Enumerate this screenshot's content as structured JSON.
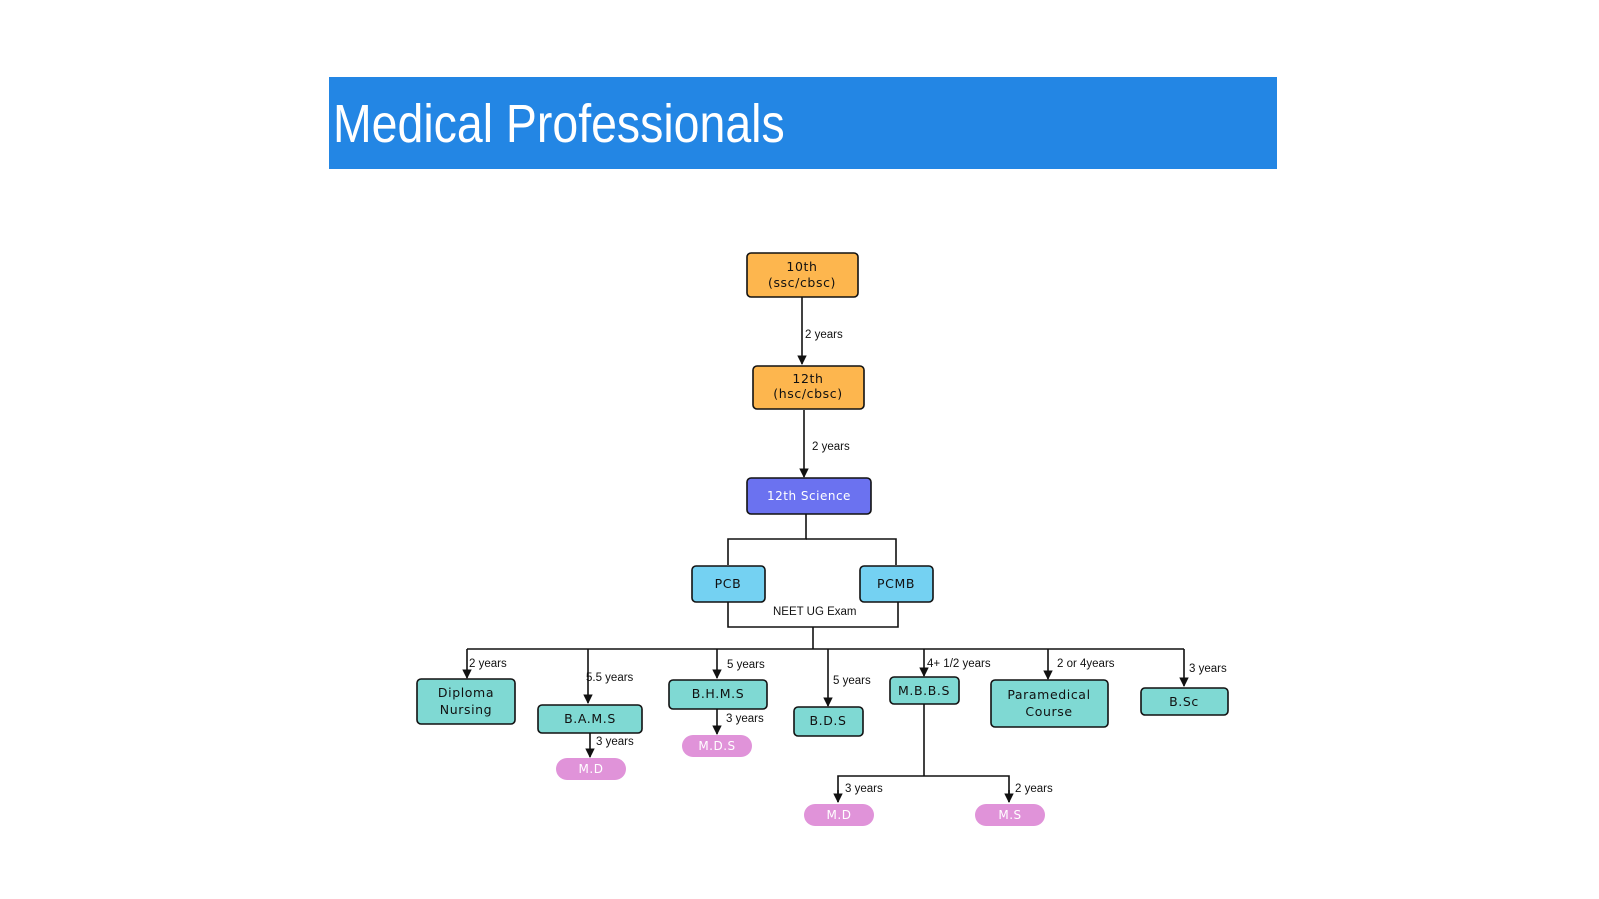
{
  "title": "Medical Professionals",
  "colors": {
    "banner": "#2386e4",
    "school": "#fdb64e",
    "stream": "#6b72f0",
    "subject": "#74d1f2",
    "degree": "#7fd9d3",
    "postgrad": "#e093d9"
  },
  "nodes": {
    "tenth": [
      "10th",
      "(ssc/cbsc)"
    ],
    "twelfth": [
      "12th",
      "(hsc/cbsc)"
    ],
    "science": "12th Science",
    "pcb": "PCB",
    "pcmb": "PCMB",
    "diploma": [
      "Diploma",
      "Nursing"
    ],
    "bams": "B.A.M.S",
    "bhms": "B.H.M.S",
    "bds": "B.D.S",
    "mbbs": "M.B.B.S",
    "paramedical": [
      "Paramedical",
      "Course"
    ],
    "bsc": "B.Sc",
    "md_bams": "M.D",
    "mds": "M.D.S",
    "md_mbbs": "M.D",
    "ms": "M.S"
  },
  "labels": {
    "tenth_to_twelfth": "2 years",
    "twelfth_to_science": "2 years",
    "neet": "NEET UG Exam",
    "diploma": "2 years",
    "bams": "5.5 years",
    "bhms": "5 years",
    "bds": "5 years",
    "mbbs": "4+ 1/2 years",
    "paramedical": "2 or 4years",
    "bsc": "3 years",
    "bams_md": "3 years",
    "bhms_mds": "3 years",
    "mbbs_md": "3 years",
    "mbbs_ms": "2 years"
  }
}
